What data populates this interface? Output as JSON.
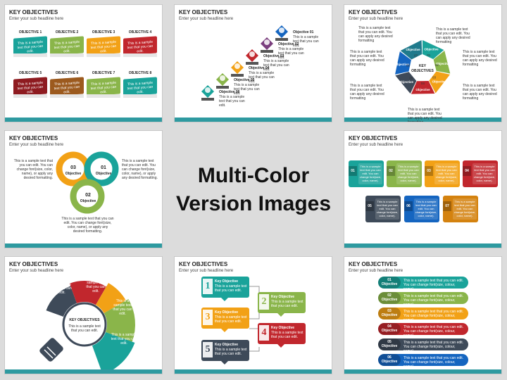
{
  "center": {
    "line1": "Multi-Color",
    "line2": "Version Images"
  },
  "common": {
    "title": "KEY OBJECTIVES",
    "subtitle": "Enter your sub headline here"
  },
  "colors": {
    "teal": "#1aa39a",
    "green": "#8ab54a",
    "orange": "#f2a116",
    "red": "#c1272d",
    "navy": "#3e4a59",
    "blue": "#1565c0",
    "darkred": "#8e1b20",
    "purple": "#7a3e7e"
  },
  "s1": {
    "labels": [
      "OBJECTIVE 1",
      "OBJECTIVE 2",
      "OBJECTIVE 3",
      "OBJECTIVE 4",
      "OBJECTIVE 5",
      "OBJECTIVE 6",
      "OBJECTIVE 7",
      "OBJECTIVE 8"
    ],
    "text": "This is a sample text that you can edit."
  },
  "s2": {
    "labels": [
      "Objective 01",
      "Objective 02",
      "Objective 03",
      "Objective 04",
      "Objective 05",
      "Objective 06"
    ],
    "text": "This is a sample text that you can edit."
  },
  "s3": {
    "center": "KEY OBJECTIVES",
    "seg": "Objective",
    "nums": [
      "01",
      "02",
      "03",
      "04",
      "05",
      "06",
      "07"
    ],
    "text": "This is a sample text that you can edit. You can apply any desired formatting"
  },
  "s4": {
    "obj": "Objective",
    "nums": [
      "01",
      "02",
      "03"
    ],
    "text": "This is a sample text that you can edit. You can change font(size, color, name), or apply any desired formatting."
  },
  "s6": {
    "nums": [
      "01",
      "02",
      "03",
      "04",
      "05",
      "06",
      "07"
    ],
    "text": "This is a sample text that you can edit. You can change font(size, color, name)."
  },
  "s7": {
    "center_title": "KEY OBJECTIVES",
    "center_text": "This is a sample text that you can edit.",
    "text": "This is a sample text that you can edit."
  },
  "s8": {
    "nums": [
      "1",
      "2",
      "3",
      "4",
      "5"
    ],
    "label": "Key Objective",
    "text": "This is a sample text that you can edit."
  },
  "s9": {
    "nums": [
      "01",
      "02",
      "03",
      "04",
      "05",
      "06"
    ],
    "obj": "Objective",
    "text": "This is a sample text that you can edit. You can change font(size, colour, name)."
  }
}
